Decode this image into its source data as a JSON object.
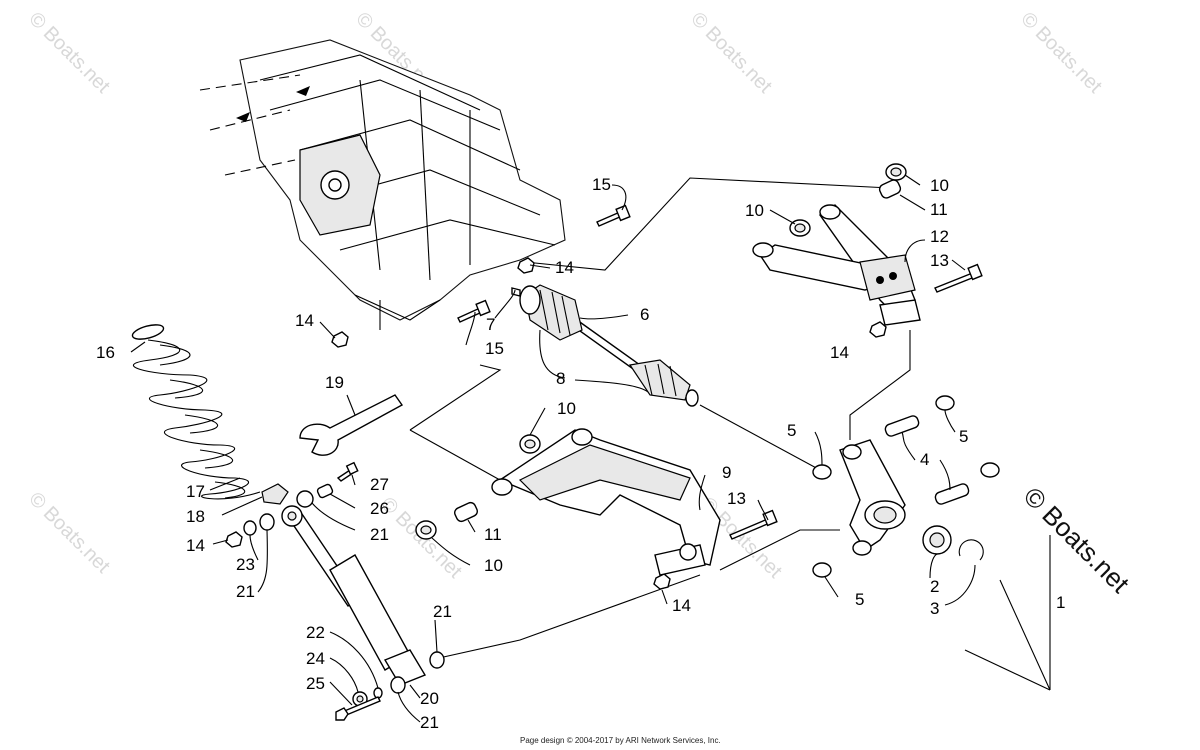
{
  "watermark": {
    "text": "© Boats.net"
  },
  "footer": {
    "text": "Page design © 2004-2017 by ARI Network Services, Inc."
  },
  "callouts": [
    {
      "id": "c15a",
      "text": "15"
    },
    {
      "id": "c10a",
      "text": "10"
    },
    {
      "id": "c10b",
      "text": "10"
    },
    {
      "id": "c11a",
      "text": "11"
    },
    {
      "id": "c12",
      "text": "12"
    },
    {
      "id": "c13a",
      "text": "13"
    },
    {
      "id": "c14a",
      "text": "14"
    },
    {
      "id": "c14b",
      "text": "14"
    },
    {
      "id": "c14c",
      "text": "14"
    },
    {
      "id": "c7",
      "text": "7"
    },
    {
      "id": "c6",
      "text": "6"
    },
    {
      "id": "c15b",
      "text": "15"
    },
    {
      "id": "c16",
      "text": "16"
    },
    {
      "id": "c19",
      "text": "19"
    },
    {
      "id": "c8",
      "text": "8"
    },
    {
      "id": "c10c",
      "text": "10"
    },
    {
      "id": "c5a",
      "text": "5"
    },
    {
      "id": "c5b",
      "text": "5"
    },
    {
      "id": "c4",
      "text": "4"
    },
    {
      "id": "c9",
      "text": "9"
    },
    {
      "id": "c13b",
      "text": "13"
    },
    {
      "id": "c17",
      "text": "17"
    },
    {
      "id": "c27",
      "text": "27"
    },
    {
      "id": "c26",
      "text": "26"
    },
    {
      "id": "c18",
      "text": "18"
    },
    {
      "id": "c21a",
      "text": "21"
    },
    {
      "id": "c11b",
      "text": "11"
    },
    {
      "id": "c14d",
      "text": "14"
    },
    {
      "id": "c23",
      "text": "23"
    },
    {
      "id": "c10d",
      "text": "10"
    },
    {
      "id": "c21b",
      "text": "21"
    },
    {
      "id": "c2",
      "text": "2"
    },
    {
      "id": "c5c",
      "text": "5"
    },
    {
      "id": "c3",
      "text": "3"
    },
    {
      "id": "c1",
      "text": "1"
    },
    {
      "id": "c14e",
      "text": "14"
    },
    {
      "id": "c21c",
      "text": "21"
    },
    {
      "id": "c22",
      "text": "22"
    },
    {
      "id": "c24",
      "text": "24"
    },
    {
      "id": "c25",
      "text": "25"
    },
    {
      "id": "c20",
      "text": "20"
    },
    {
      "id": "c21d",
      "text": "21"
    }
  ]
}
